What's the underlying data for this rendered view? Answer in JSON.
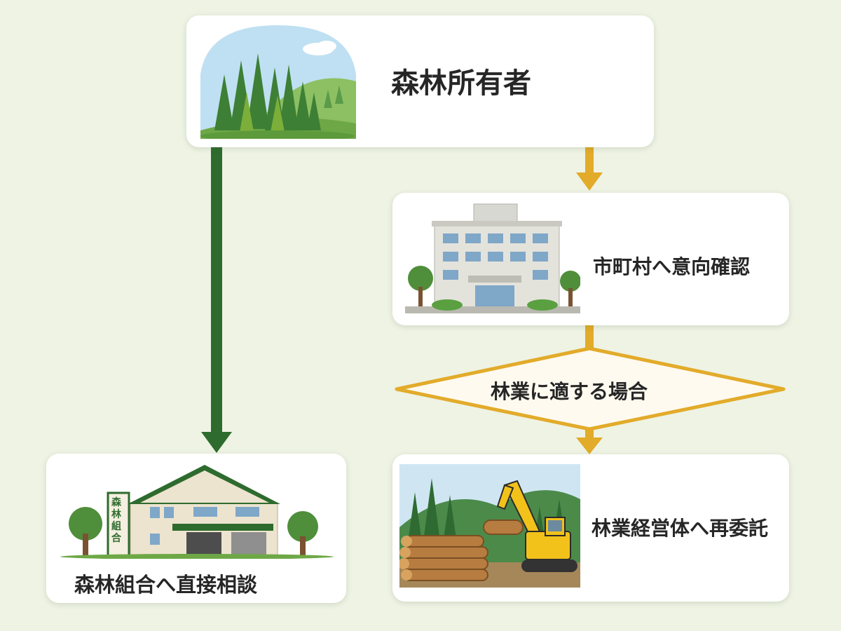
{
  "nodes": {
    "owner": {
      "label": "森林所有者",
      "icon": "forest-icon"
    },
    "municipality": {
      "label": "市町村へ意向確認",
      "icon": "municipal-building-icon"
    },
    "decision": {
      "label": "林業に適する場合"
    },
    "forestry_operator": {
      "label": "林業経営体へ再委託",
      "icon": "excavator-logging-icon"
    },
    "cooperative": {
      "label": "森林組合へ直接相談",
      "icon": "cooperative-building-icon",
      "sign_text": "森林組合"
    }
  },
  "colors": {
    "background": "#eef3e4",
    "direct_arrow": "#2e6b2e",
    "flow_arrow": "#e2ab2a",
    "decision_fill": "#fffaf0"
  }
}
